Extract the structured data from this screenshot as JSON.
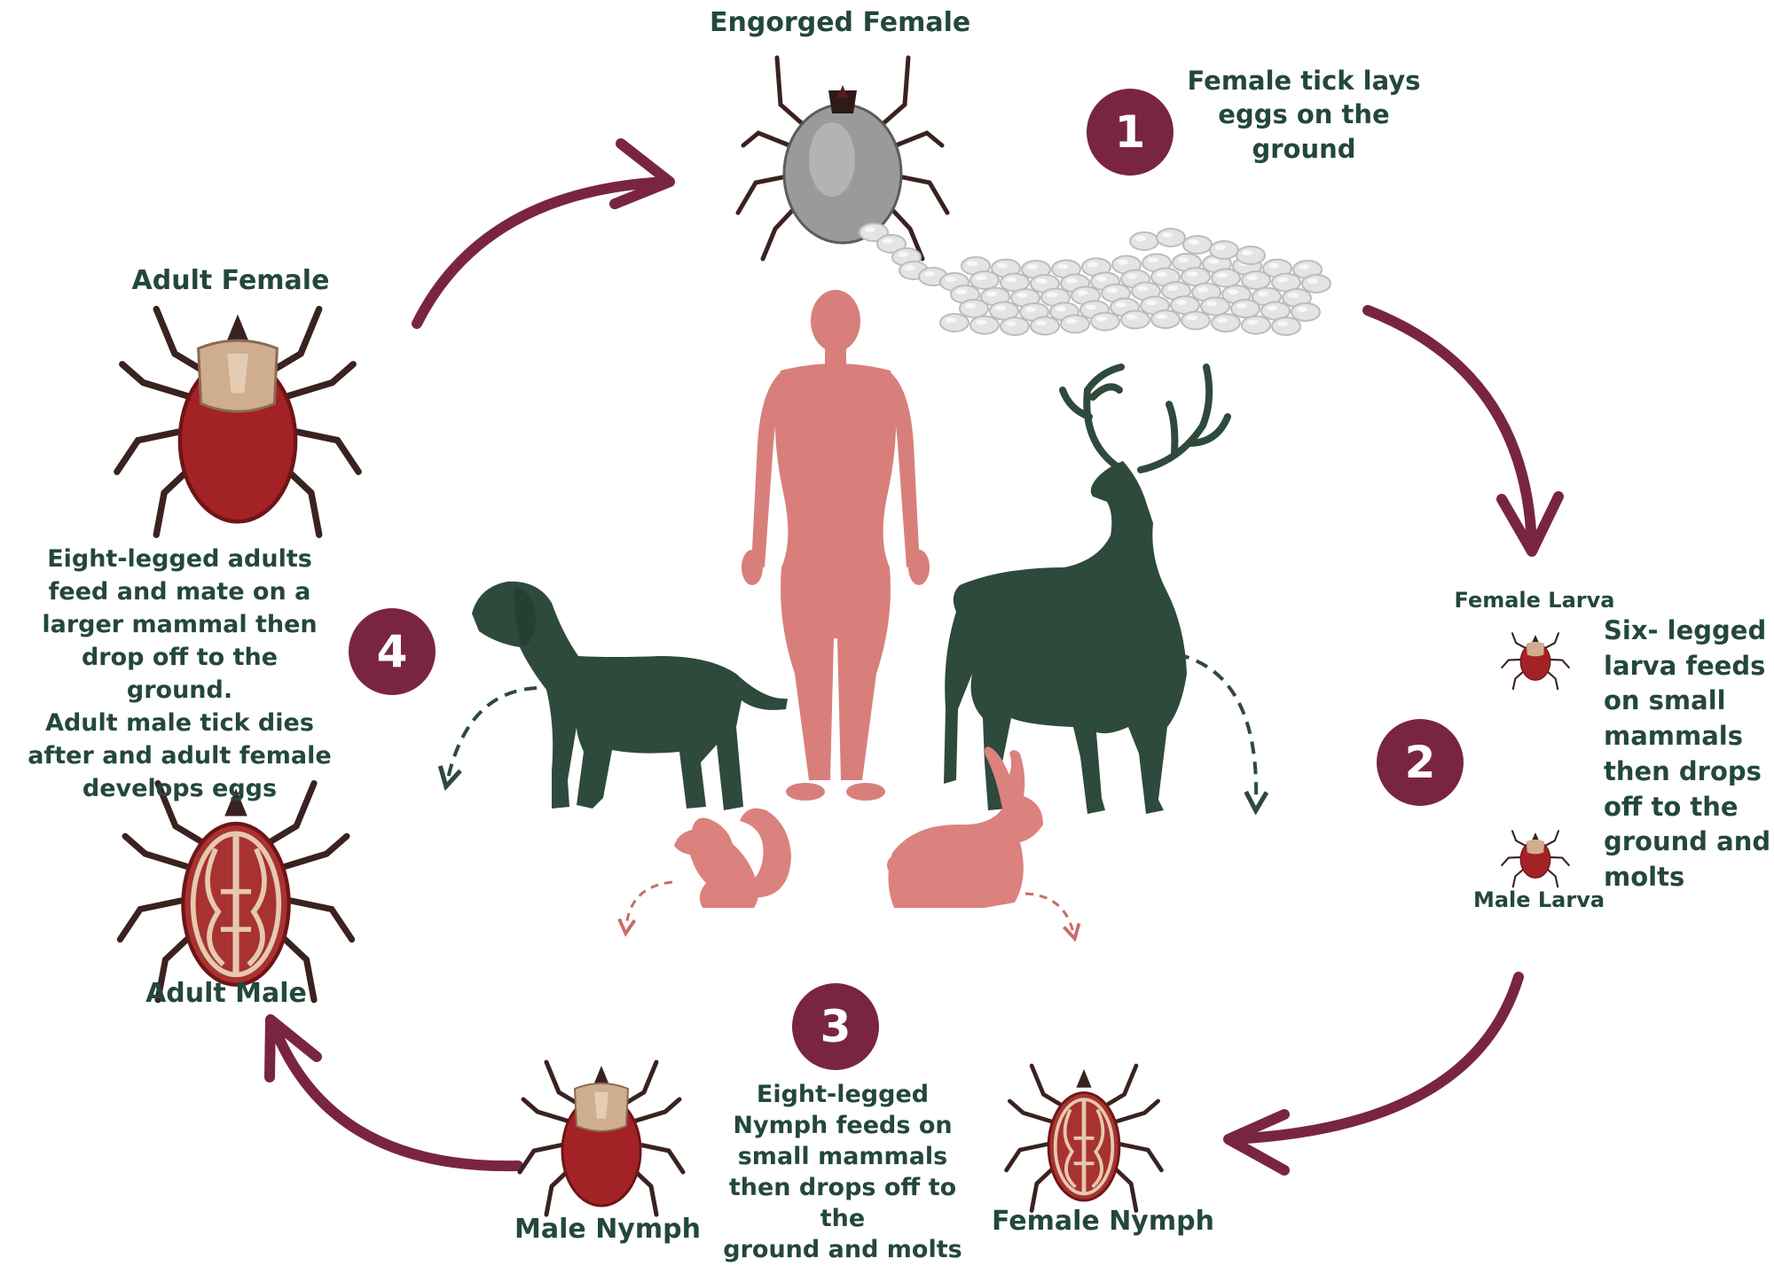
{
  "colors": {
    "accent": "#7a2540",
    "text": "#23483a",
    "human": "#d87f7b",
    "mammal_dark": "#2e4a3d",
    "mammal_pink": "#db827e",
    "tick_red": "#a32226",
    "tick_tan": "#cfae8f",
    "tick_gray": "#9a9a9a",
    "egg": "#e6e6e6"
  },
  "labels": {
    "engorged_female": "Engorged Female",
    "adult_female": "Adult Female",
    "adult_male": "Adult Male",
    "female_larva": "Female Larva",
    "male_larva": "Male Larva",
    "male_nymph": "Male Nymph",
    "female_nymph": "Female Nymph"
  },
  "steps": [
    {
      "number": "1",
      "text": "Female tick lays\neggs on the\nground"
    },
    {
      "number": "2",
      "text": "Six- legged\nlarva feeds\non small\nmammals\nthen drops\noff to the\nground and\nmolts"
    },
    {
      "number": "3",
      "text": "Eight-legged\nNymph feeds on\nsmall mammals\nthen drops off to the\nground and molts"
    },
    {
      "number": "4",
      "text": "Eight-legged adults\nfeed and mate on a\nlarger mammal then\ndrop off to the ground.\nAdult male tick dies\nafter and adult female\ndevelops eggs"
    }
  ],
  "icons": [
    "cycle-arrow-icon",
    "tick-icon",
    "egg-cluster-icon",
    "human-silhouette-icon",
    "dog-silhouette-icon",
    "deer-silhouette-icon",
    "squirrel-silhouette-icon",
    "rabbit-silhouette-icon",
    "drop-arrow-icon"
  ]
}
